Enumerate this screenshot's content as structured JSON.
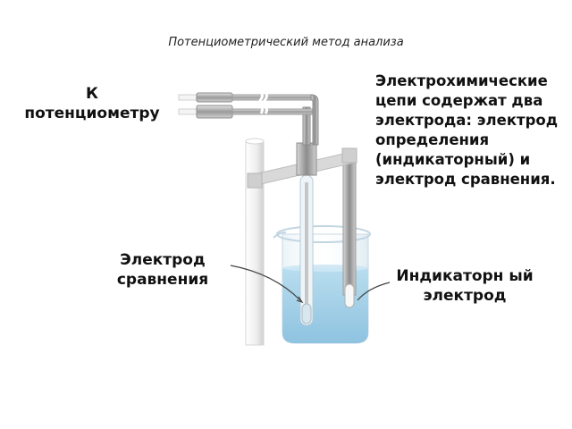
{
  "title": "Потенциометрический метод анализа",
  "labels": {
    "to_potentiometer": "К потенциометру",
    "reference_electrode": "Электрод сравнения",
    "indicator_electrode": "Индикаторн ый электрод",
    "description": "Электрохимические цепи содержат два электрода: электрод определения (индикаторный) и электрод сравнения."
  },
  "colors": {
    "solution": "#a9d4ea",
    "glass": "#e8f1f6",
    "metal": "#b8b8b8",
    "stand": "#f2f2f2"
  }
}
